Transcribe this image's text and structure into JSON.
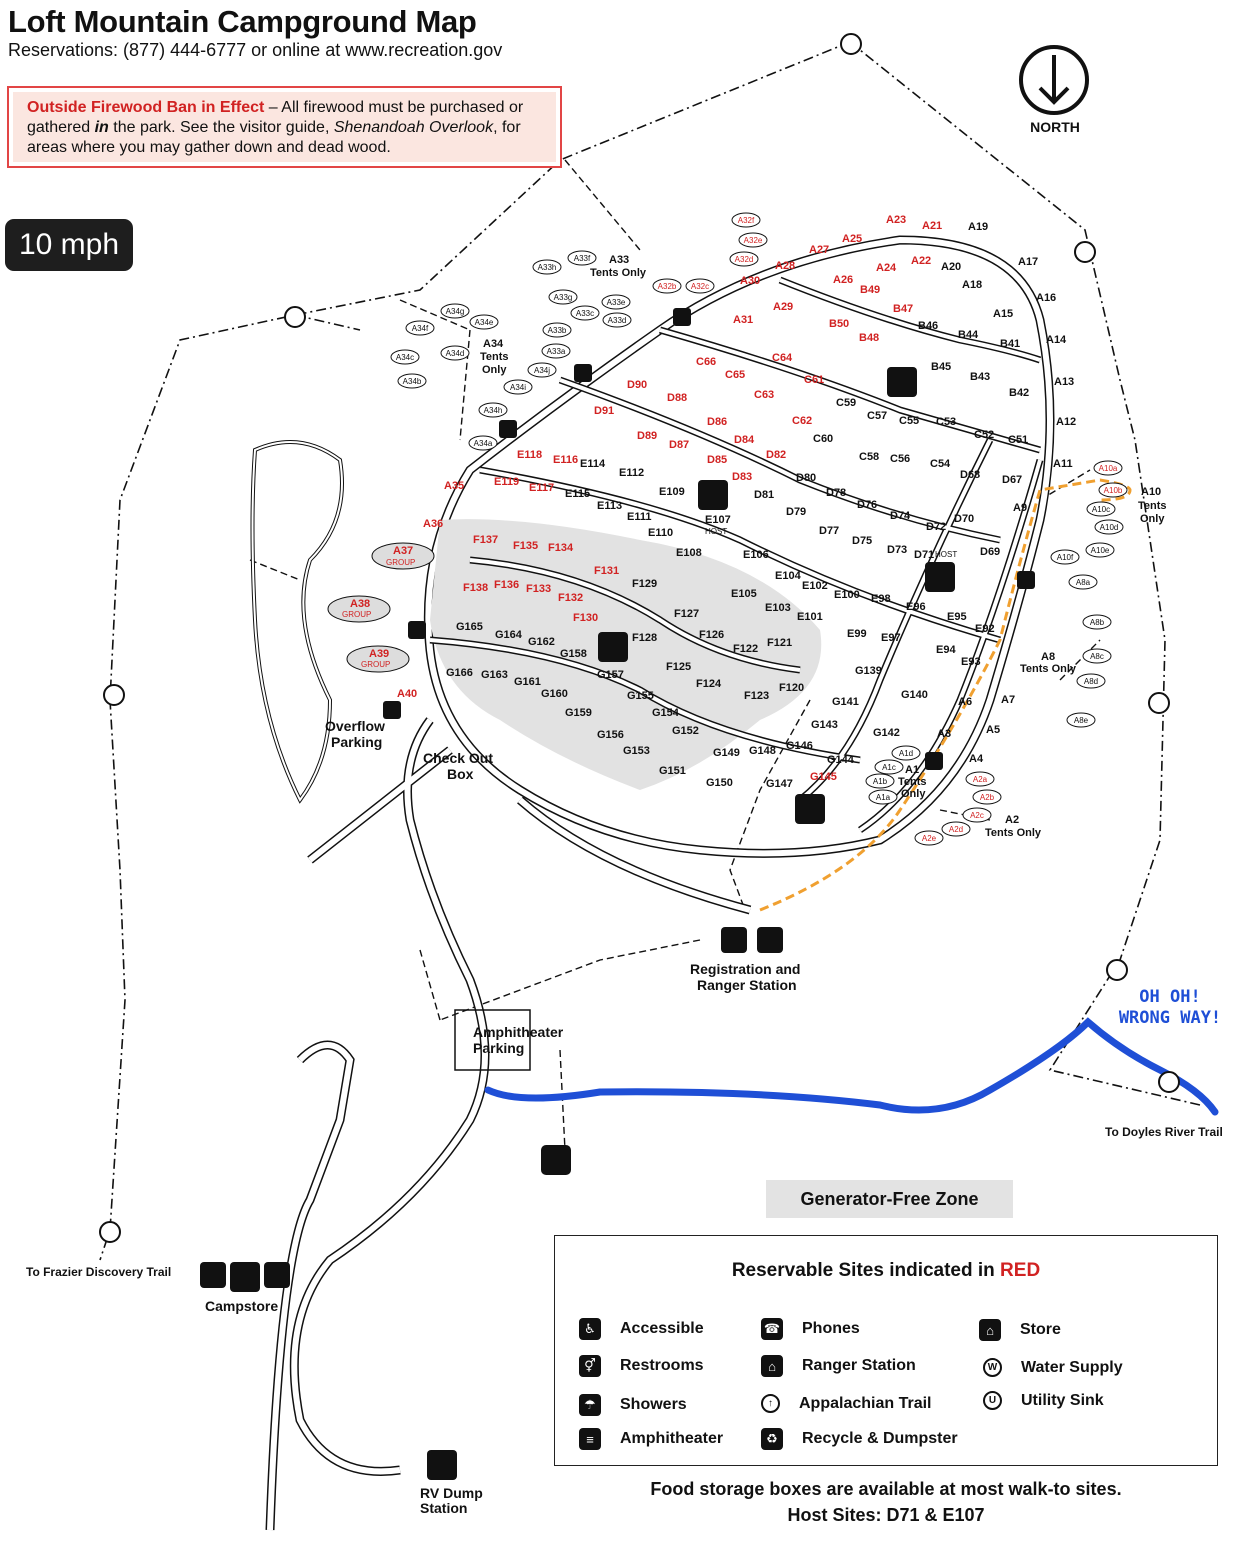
{
  "header": {
    "title": "Loft Mountain Campground Map",
    "reservations": "Reservations:  (877) 444-6777 or online at www.recreation.gov"
  },
  "firewood": {
    "heading": "Outside Firewood Ban in Effect",
    "text_1": " – All firewood must be purchased or gathered ",
    "emph": "in",
    "text_2": " the park. See the visitor guide, ",
    "guide": "Shenandoah Overlook",
    "text_3": ", for areas where you may gather down and dead wood."
  },
  "speed_limit": "10 mph",
  "north_label": "NORTH",
  "annotation": {
    "line1": "OH OH!",
    "line2": "WRONG WAY!",
    "color": "#1f4fd6"
  },
  "places": {
    "overflow_1": "Overflow",
    "overflow_2": "Parking",
    "checkout_1": "Check Out",
    "checkout_2": "Box",
    "registration_1": "Registration and",
    "registration_2": "Ranger Station",
    "amph_1": "Amphitheater",
    "amph_2": "Parking",
    "campstore": "Campstore",
    "rvdump_1": "RV Dump",
    "rvdump_2": "Station",
    "frazier": "To Frazier Discovery Trail",
    "doyles": "To Doyles River Trail",
    "tents_only_1": "Tents",
    "tents_only_2": "Only",
    "tents_only": "Tents Only",
    "a33": "A33",
    "a34": "A34",
    "a10": "A10",
    "a8": "A8",
    "a2": "A2",
    "a1": "A1",
    "host": "HOST"
  },
  "generator_free": "Generator-Free Zone",
  "legend": {
    "title_prefix": "Reservable Sites indicated in ",
    "title_red": "RED",
    "items": [
      {
        "icon": "accessible-icon",
        "label": "Accessible"
      },
      {
        "icon": "restrooms-icon",
        "label": "Restrooms"
      },
      {
        "icon": "showers-icon",
        "label": "Showers"
      },
      {
        "icon": "amphitheater-icon",
        "label": "Amphitheater"
      },
      {
        "icon": "phone-icon",
        "label": "Phones"
      },
      {
        "icon": "ranger-station-icon",
        "label": "Ranger Station"
      },
      {
        "icon": "appalachian-trail-icon",
        "label": "Appalachian Trail"
      },
      {
        "icon": "recycle-icon",
        "label": "Recycle  & Dumpster"
      },
      {
        "icon": "store-icon",
        "label": "Store"
      },
      {
        "icon": "water-supply-icon",
        "label": "Water Supply"
      },
      {
        "icon": "utility-sink-icon",
        "label": "Utility Sink"
      }
    ]
  },
  "footer": {
    "food": "Food storage boxes are available at most walk-to sites.",
    "hosts": "Host Sites: D71 & E107"
  },
  "group_sites": [
    "A37",
    "A38",
    "A39"
  ],
  "group_label": "GROUP",
  "sites_red": [
    "A23",
    "A21",
    "A25",
    "A27",
    "A28",
    "A30",
    "A31",
    "A29",
    "A26",
    "A24",
    "A22",
    "B49",
    "B50",
    "B48",
    "B47",
    "C66",
    "C65",
    "C64",
    "C63",
    "C61",
    "C62",
    "D90",
    "D91",
    "D88",
    "D89",
    "D87",
    "D86",
    "D85",
    "D84",
    "D83",
    "D82",
    "E118",
    "E116",
    "E119",
    "E117",
    "A35",
    "A36",
    "F137",
    "F135",
    "F134",
    "F138",
    "F136",
    "F133",
    "F131",
    "F132",
    "F130",
    "A40",
    "G145"
  ],
  "sites_black": [
    "A19",
    "A20",
    "A18",
    "A17",
    "A16",
    "A15",
    "A14",
    "A13",
    "A12",
    "A11",
    "B46",
    "B44",
    "B45",
    "B43",
    "B41",
    "B42",
    "C59",
    "C57",
    "C55",
    "C53",
    "C60",
    "C58",
    "C56",
    "C54",
    "C52",
    "C51",
    "D80",
    "D81",
    "D78",
    "D79",
    "D76",
    "D77",
    "D75",
    "D74",
    "D73",
    "D72",
    "D71",
    "D70",
    "D69",
    "D68",
    "D67",
    "A9",
    "E114",
    "E112",
    "E115",
    "E113",
    "E111",
    "E109",
    "E110",
    "E108",
    "E107",
    "E106",
    "E105",
    "E104",
    "E103",
    "E102",
    "E101",
    "E100",
    "E99",
    "E98",
    "E97",
    "E96",
    "E95",
    "E94",
    "E93",
    "E92",
    "F129",
    "F128",
    "F127",
    "F126",
    "F125",
    "F124",
    "F123",
    "F122",
    "F121",
    "F120",
    "G165",
    "G164",
    "G162",
    "G166",
    "G163",
    "G161",
    "G158",
    "G157",
    "G160",
    "G159",
    "G155",
    "G154",
    "G156",
    "G153",
    "G152",
    "G151",
    "G150",
    "G149",
    "G148",
    "G147",
    "G146",
    "G144",
    "G143",
    "G142",
    "G141",
    "G140",
    "G139",
    "A7",
    "A6",
    "A5",
    "A4",
    "A3"
  ],
  "walkin_sites_black": [
    "A33h",
    "A33f",
    "A33g",
    "A33c",
    "A33e",
    "A33d",
    "A33b",
    "A33a",
    "A34g",
    "A34f",
    "A34e",
    "A34c",
    "A34d",
    "A34b",
    "A34i",
    "A34j",
    "A34h",
    "A34a",
    "A10c",
    "A10d",
    "A10f",
    "A10e",
    "A8a",
    "A8b",
    "A8c",
    "A8d",
    "A8e",
    "A1d",
    "A1c",
    "A1b",
    "A1a"
  ],
  "walkin_sites_red": [
    "A32f",
    "A32e",
    "A32d",
    "A32b",
    "A32c",
    "A10a",
    "A10b",
    "A2a",
    "A2b",
    "A2c",
    "A2d",
    "A2e"
  ]
}
